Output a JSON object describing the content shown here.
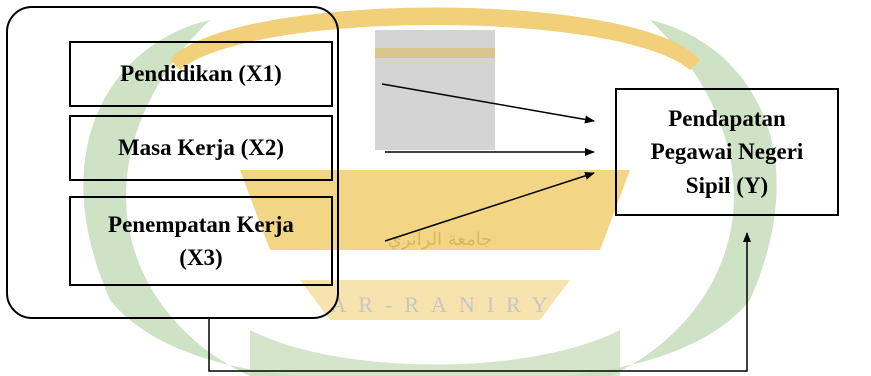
{
  "nodes": {
    "x1": {
      "text": "Pendidikan (X1)"
    },
    "x2": {
      "text": "Masa Kerja (X2)"
    },
    "x3": {
      "text": "Penempatan Kerja (X3)"
    },
    "y": {
      "text": "Pendapatan Pegawai Negeri Sipil (Y)"
    }
  },
  "edges": [
    {
      "from": "x1",
      "to": "y"
    },
    {
      "from": "x2",
      "to": "y"
    },
    {
      "from": "x3",
      "to": "y"
    },
    {
      "from": "group",
      "to": "y"
    }
  ],
  "watermark": {
    "text": "AR-RANIRY",
    "arabic_text": "جامعة الرانري",
    "colors": {
      "green": "#c9dfbf",
      "gold": "#f2d079",
      "dark": "#bdbdbd"
    }
  }
}
